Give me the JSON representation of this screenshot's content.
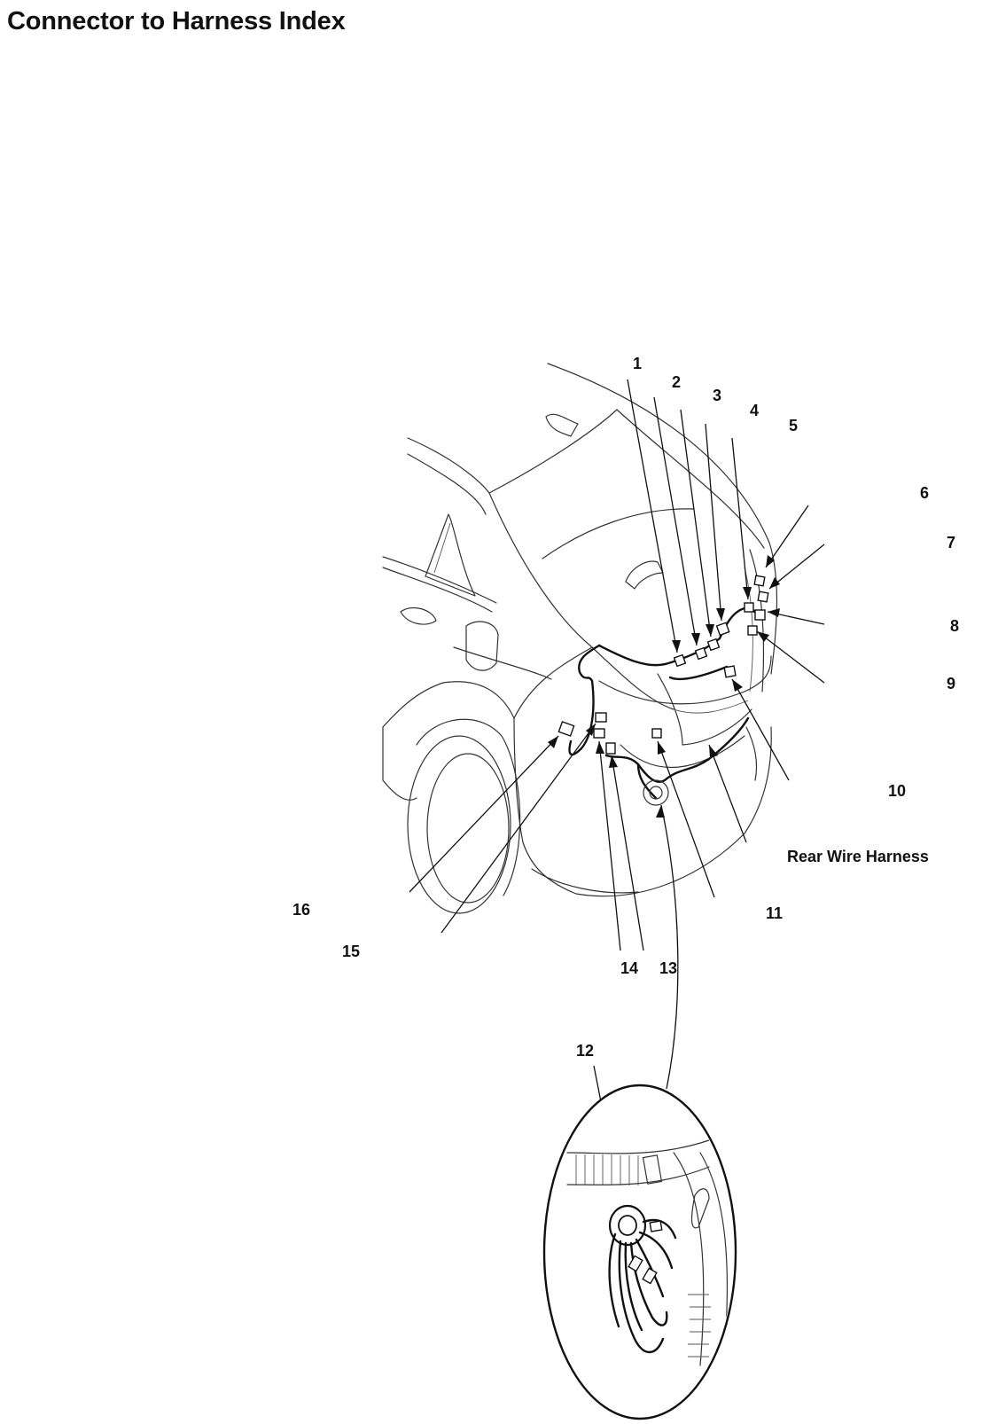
{
  "page": {
    "title": "Connector to Harness Index"
  },
  "labels": {
    "harness": "Rear Wire Harness"
  },
  "callouts": [
    {
      "id": "1",
      "text": "1"
    },
    {
      "id": "2",
      "text": "2"
    },
    {
      "id": "3",
      "text": "3"
    },
    {
      "id": "4",
      "text": "4"
    },
    {
      "id": "5",
      "text": "5"
    },
    {
      "id": "6",
      "text": "6"
    },
    {
      "id": "7",
      "text": "7"
    },
    {
      "id": "8",
      "text": "8"
    },
    {
      "id": "9",
      "text": "9"
    },
    {
      "id": "10",
      "text": "10"
    },
    {
      "id": "11",
      "text": "11"
    },
    {
      "id": "12",
      "text": "12"
    },
    {
      "id": "13",
      "text": "13"
    },
    {
      "id": "14",
      "text": "14"
    },
    {
      "id": "15",
      "text": "15"
    },
    {
      "id": "16",
      "text": "16"
    }
  ]
}
